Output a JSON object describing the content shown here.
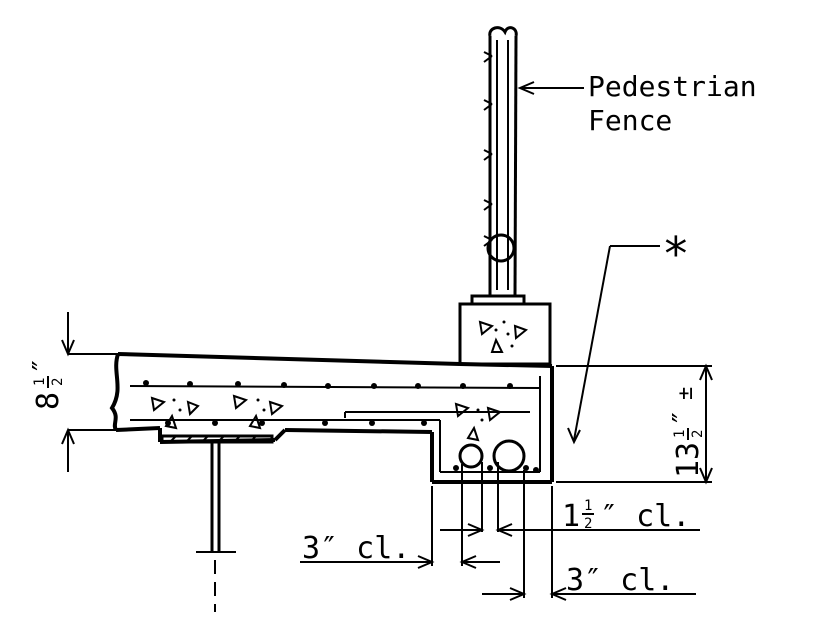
{
  "labels": {
    "fence_line1": "Pedestrian",
    "fence_line2": "Fence",
    "asterisk": "*",
    "slab_thickness": "8",
    "curb_height": "13",
    "curb_height_tol": "±",
    "clear_bottom": "1",
    "clear_bottom_unit": "″ cl.",
    "clear_left": "3″ cl.",
    "clear_right": "3″ cl.",
    "fraction_num": "1",
    "fraction_den": "2",
    "inch_mark": "″"
  }
}
